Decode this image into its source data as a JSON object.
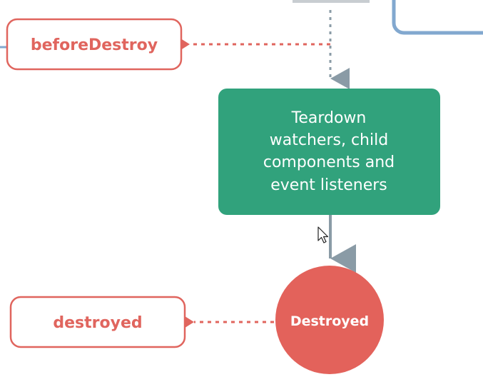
{
  "hooks": {
    "before_destroy": "beforeDestroy",
    "destroyed": "destroyed"
  },
  "process": {
    "lines": [
      "Teardown",
      "watchers, child",
      "components and",
      "event listeners"
    ]
  },
  "state": {
    "destroyed": "Destroyed"
  },
  "colors": {
    "hook_red": "#e0655e",
    "process_green": "#31a27c",
    "state_red": "#e3625b",
    "connector_gray": "#8a9ba6",
    "frame_blue": "#82a8cf"
  },
  "icons": [
    "cursor-icon"
  ]
}
